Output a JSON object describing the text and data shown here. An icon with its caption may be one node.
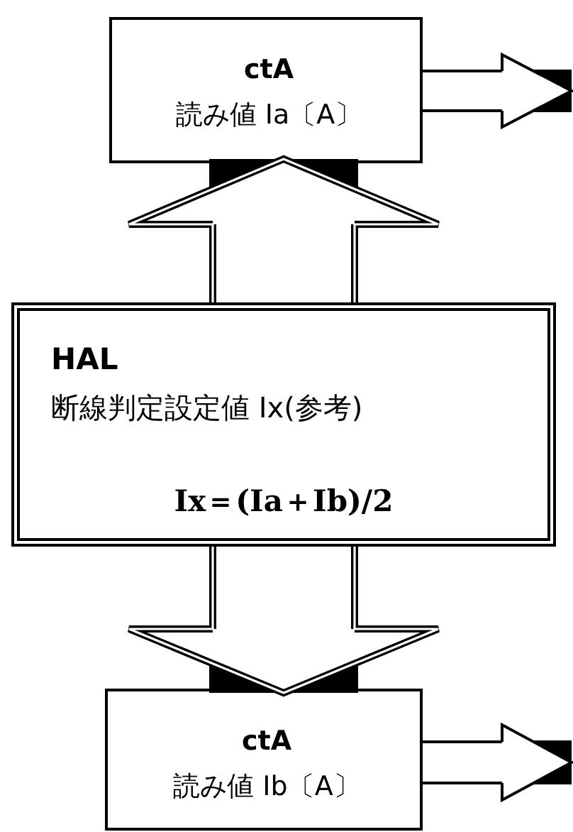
{
  "diagram": {
    "nodes": [
      {
        "text": [
          "ctA",
          "読み値 Ia〔A〕"
        ]
      },
      {
        "text": [
          "HAL",
          "断線判定設定値 Ix(参考)",
          "Ix＝(Ia＋Ib)/2"
        ]
      },
      {
        "text": [
          "ctA",
          "読み値 Ib〔A〕"
        ]
      }
    ],
    "edges": [
      {
        "from": 1,
        "to": 0,
        "arrow": "to",
        "style": "thick"
      },
      {
        "from": 1,
        "to": 2,
        "arrow": "to",
        "style": "thick"
      },
      {
        "from": 0,
        "to": null,
        "arrow": "to"
      },
      {
        "from": 2,
        "to": null,
        "arrow": "to"
      }
    ]
  }
}
